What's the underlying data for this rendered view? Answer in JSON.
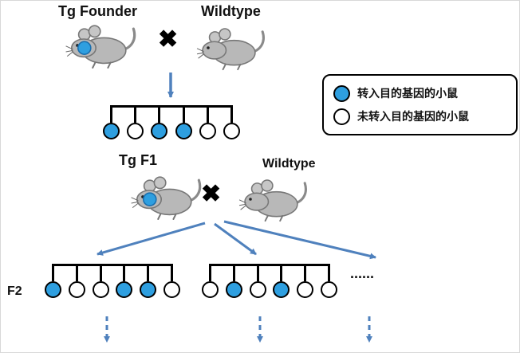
{
  "labels": {
    "tg_founder": "Tg Founder",
    "wildtype_top": "Wildtype",
    "cross_top": "✖",
    "tg_f1": "Tg F1",
    "wildtype_mid": "Wildtype",
    "cross_mid": "✖",
    "f2": "F2",
    "ellipsis": "......"
  },
  "legend": {
    "items": [
      {
        "type": "filled",
        "label": "转入目的基因的小鼠"
      },
      {
        "type": "empty",
        "label": "未转入目的基因的小鼠"
      }
    ]
  },
  "combs": {
    "f1_litter": [
      "filled",
      "empty",
      "filled",
      "filled",
      "empty",
      "empty"
    ],
    "f2_litter_left": [
      "filled",
      "empty",
      "empty",
      "filled",
      "filled",
      "empty"
    ],
    "f2_litter_mid": [
      "empty",
      "filled",
      "empty",
      "filled",
      "empty",
      "empty"
    ]
  },
  "colors": {
    "transgenic_fill": "#2e9fe0",
    "non_transgenic_fill": "#ffffff",
    "arrow": "#4f81bd",
    "outline": "#000000",
    "mouse_body": "#b8b8b8"
  }
}
